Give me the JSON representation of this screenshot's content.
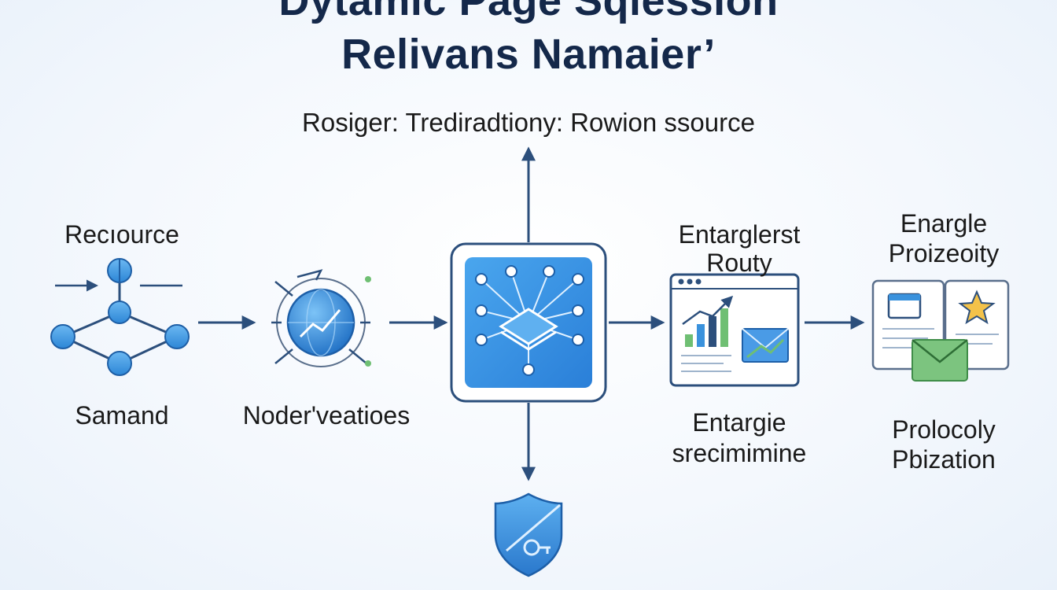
{
  "title_line1": "Dytamic Page Sqiession",
  "title_line2": "Relivans Namaier’",
  "subtitle": "Rosiger: Trediradtiony: Rowion ssource",
  "stage1": {
    "top_label": "Recıource",
    "bottom_label": "Samand",
    "icon": "network-graph-icon"
  },
  "stage2": {
    "bottom_label": "Noder'veatioes",
    "icon": "globe-chart-icon"
  },
  "stage3": {
    "icon": "hub-chip-icon"
  },
  "stage4": {
    "top_label_1": "Entarglerst",
    "top_label_2": "Routy",
    "bottom_label_1": "Entargie",
    "bottom_label_2": "srecimimine",
    "icon": "browser-analytics-icon"
  },
  "stage5": {
    "top_label_1": "Enargle",
    "top_label_2": "Proizeoity",
    "bottom_label_1": "Prolocoly",
    "bottom_label_2": "Pbization",
    "icon": "documents-mail-icon"
  },
  "bottom_icon": "security-shield-icon",
  "colors": {
    "navy": "#14284a",
    "arrow": "#2c4f7c",
    "node_blue": "#3a92dd",
    "hub_blue": "#2f8ee0",
    "green": "#6fbf73"
  }
}
